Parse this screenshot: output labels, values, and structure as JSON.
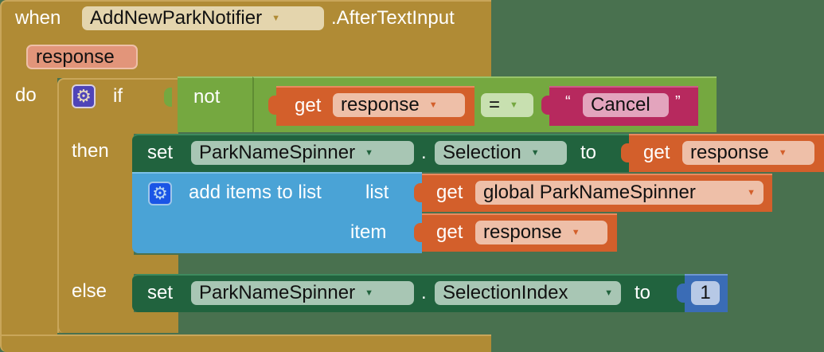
{
  "event": {
    "when_label": "when",
    "component": "AddNewParkNotifier",
    "event_name": ".AfterTextInput",
    "param": "response",
    "do_label": "do"
  },
  "if_block": {
    "if_label": "if",
    "then_label": "then",
    "else_label": "else",
    "condition": {
      "not_label": "not",
      "left": {
        "get_label": "get",
        "var": "response"
      },
      "operator": "=",
      "right": {
        "open_quote": "“",
        "text": "Cancel",
        "close_quote": "”"
      }
    }
  },
  "then_set": {
    "set_label": "set",
    "component": "ParkNameSpinner",
    "dot": ".",
    "property": "Selection",
    "to_label": "to",
    "value": {
      "get_label": "get",
      "var": "response"
    }
  },
  "add_items": {
    "label": "add items to list",
    "list_label": "list",
    "item_label": "item",
    "list_value": {
      "get_label": "get",
      "var": "global ParkNameSpinner"
    },
    "item_value": {
      "get_label": "get",
      "var": "response"
    }
  },
  "else_set": {
    "set_label": "set",
    "component": "ParkNameSpinner",
    "dot": ".",
    "property": "SelectionIndex",
    "to_label": "to",
    "value": "1"
  },
  "icons": {
    "dropdown": "▼",
    "gear": "⚙"
  },
  "colors": {
    "background": "#49714f",
    "event": "#b08b35",
    "logic_not": "#75a840",
    "variable_get": "#d35f2b",
    "text": "#b7295e",
    "component_set": "#21633e",
    "list": "#4aa3d6",
    "math": "#3a6cb6"
  }
}
